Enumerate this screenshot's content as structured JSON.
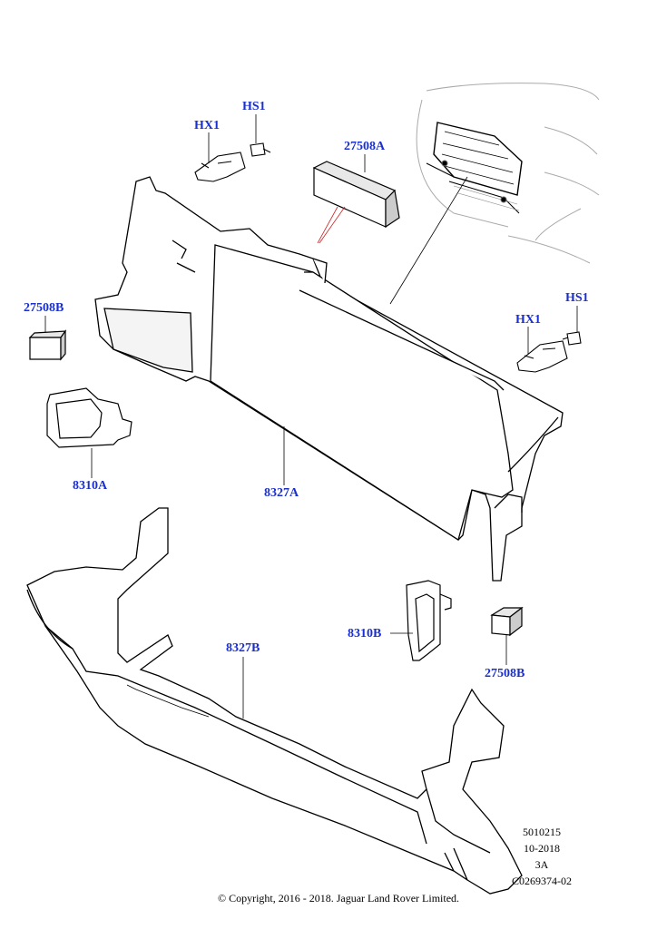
{
  "callouts": {
    "hs1_top": "HS1",
    "hx1_top": "HX1",
    "p27508a": "27508A",
    "p27508b_left": "27508B",
    "hs1_right": "HS1",
    "hx1_right": "HX1",
    "p8310a": "8310A",
    "p8327a": "8327A",
    "p8327b": "8327B",
    "p8310b": "8310B",
    "p27508b_right": "27508B"
  },
  "reference": {
    "code": "5010215",
    "date": "10-2018",
    "rev": "3A",
    "illustration": "C0269374-02"
  },
  "copyright": "© Copyright, 2016 - 2018. Jaguar Land Rover Limited.",
  "colors": {
    "callout": "#1a2fd0",
    "line": "#000000",
    "leader_red": "#d02020",
    "shading": "#d0d0d0"
  }
}
